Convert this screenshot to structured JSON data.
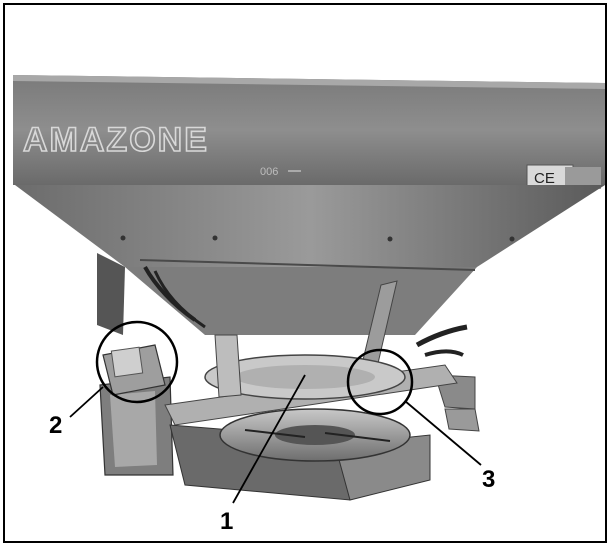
{
  "photo": {
    "brand_text": "AMAZONE",
    "ce_mark": "CE",
    "scale_label": "006",
    "callouts": [
      {
        "label": "1"
      },
      {
        "label": "2"
      },
      {
        "label": "3"
      }
    ]
  },
  "colors": {
    "hopper_dark": "#5e5e5e",
    "hopper_mid": "#8a8a8a",
    "hopper_light": "#b5b5b5",
    "frame": "#000000",
    "background": "#ffffff"
  }
}
